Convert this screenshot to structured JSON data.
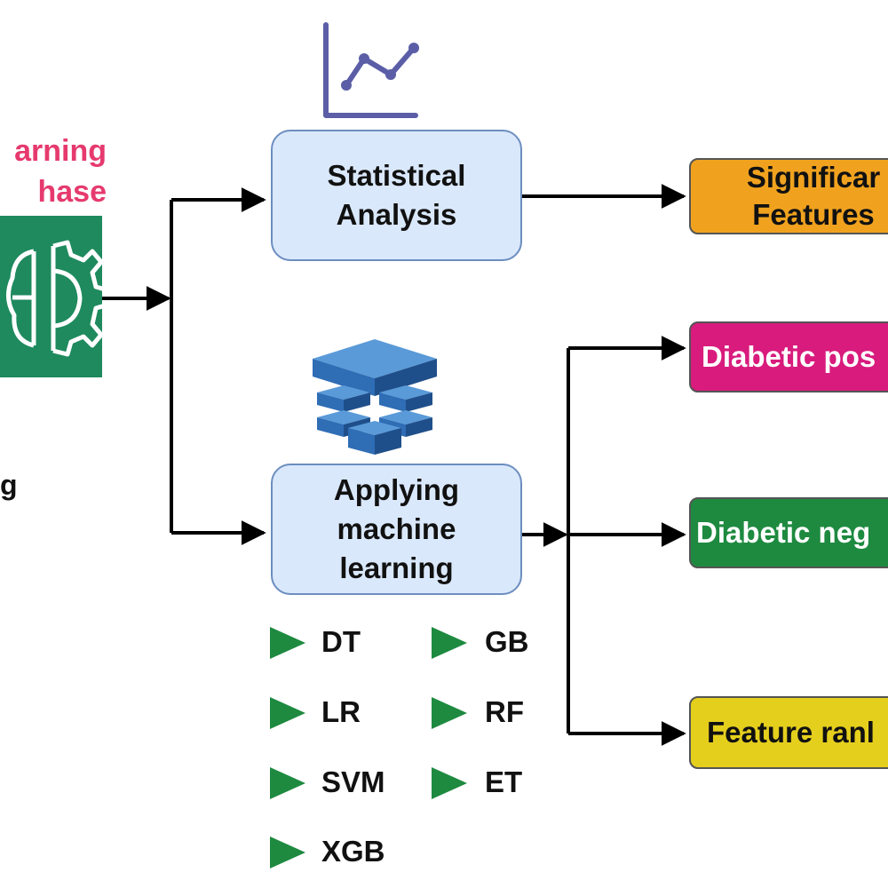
{
  "phase": {
    "line1": "arning",
    "line2": "hase"
  },
  "left_label": "g",
  "boxes": {
    "statistical": {
      "line1": "Statistical",
      "line2": "Analysis"
    },
    "ml": {
      "line1": "Applying",
      "line2": "machine",
      "line3": "learning"
    }
  },
  "outputs": {
    "significant": {
      "line1": "Significar",
      "line2": "Features",
      "color": "#f0a21f"
    },
    "positive": {
      "label": "Diabetic pos",
      "color": "#d81b7d"
    },
    "negative": {
      "label": "Diabetic neg",
      "color": "#1e8a40"
    },
    "ranking": {
      "label": "Feature ranl",
      "color": "#e5cf1d"
    }
  },
  "algorithms": [
    "DT",
    "GB",
    "LR",
    "RF",
    "SVM",
    "ET",
    "XGB"
  ],
  "icons": {
    "brain_gear": "brain-gear-icon",
    "line_chart": "line-chart-icon",
    "cube_stack": "cube-stack-icon",
    "arrow_bullet": "triangle-bullet-icon"
  },
  "colors": {
    "phase_text": "#e63a6e",
    "icon_green": "#1e8a5e",
    "chart_purple": "#5b5ea6",
    "cube_blue": "#2f6db5",
    "box_fill": "#dae8fc",
    "box_border": "#6c8ebf",
    "bullet_green": "#1e8a40"
  }
}
